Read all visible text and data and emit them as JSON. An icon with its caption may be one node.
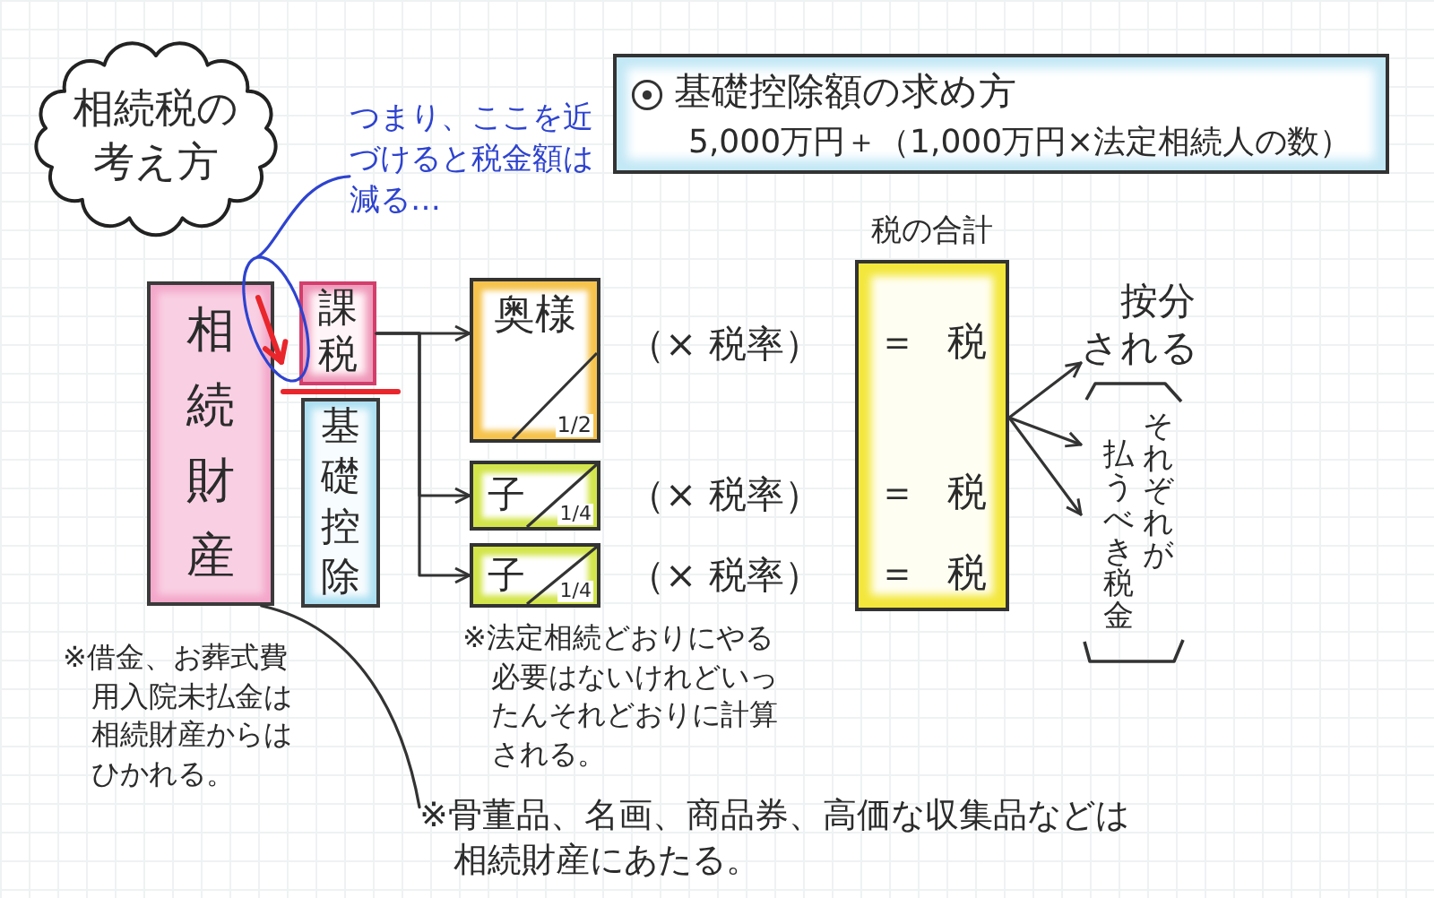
{
  "diagram": {
    "nodes": [
      {
        "text": [
          "相続税の考え方"
        ]
      },
      {
        "text": [
          "つまり、ここを近づけると税金額は減る…"
        ]
      },
      {
        "text": [
          "基礎控除額の求め方",
          "5,000万円＋（1,000万円×法定相続人の数）"
        ]
      },
      {
        "text": [
          "相続財産"
        ]
      },
      {
        "text": [
          "課税"
        ]
      },
      {
        "text": [
          "基礎控除"
        ]
      },
      {
        "text": [
          "奥様",
          "1/2"
        ]
      },
      {
        "text": [
          "子",
          "1/4"
        ]
      },
      {
        "text": [
          "子",
          "1/4"
        ]
      },
      {
        "text": [
          "税の合計",
          "＝ 税",
          "＝ 税",
          "＝ 税"
        ]
      },
      {
        "text": [
          "按分される"
        ]
      },
      {
        "text": [
          "それぞれが払うべき税金"
        ]
      },
      {
        "text": [
          "※骨董品、名画、商品券、高価な収集品などは相続財産にあたる。"
        ]
      }
    ],
    "edges": [
      {
        "from": 1,
        "to": 3,
        "arrow": "none",
        "color": "#2e43cf"
      },
      {
        "from": 4,
        "to": 6,
        "arrow": "to"
      },
      {
        "from": 4,
        "to": 7,
        "arrow": "to"
      },
      {
        "from": 4,
        "to": 8,
        "arrow": "to"
      },
      {
        "from": 9,
        "to": 10,
        "arrow": "to"
      },
      {
        "from": 9,
        "to": 11,
        "arrow": "to"
      },
      {
        "from": 9,
        "to": 11,
        "arrow": "to"
      },
      {
        "from": 12,
        "to": 3,
        "arrow": "none"
      }
    ],
    "labels": [
      "（× 税率）",
      "（× 税率）",
      "（× 税率）",
      "※借金、お葬式費用入院未払金は相続財産からはひかれる。",
      "※法定相続どおりにやる必要はないけれどいったんそれどおりに計算される。"
    ]
  }
}
